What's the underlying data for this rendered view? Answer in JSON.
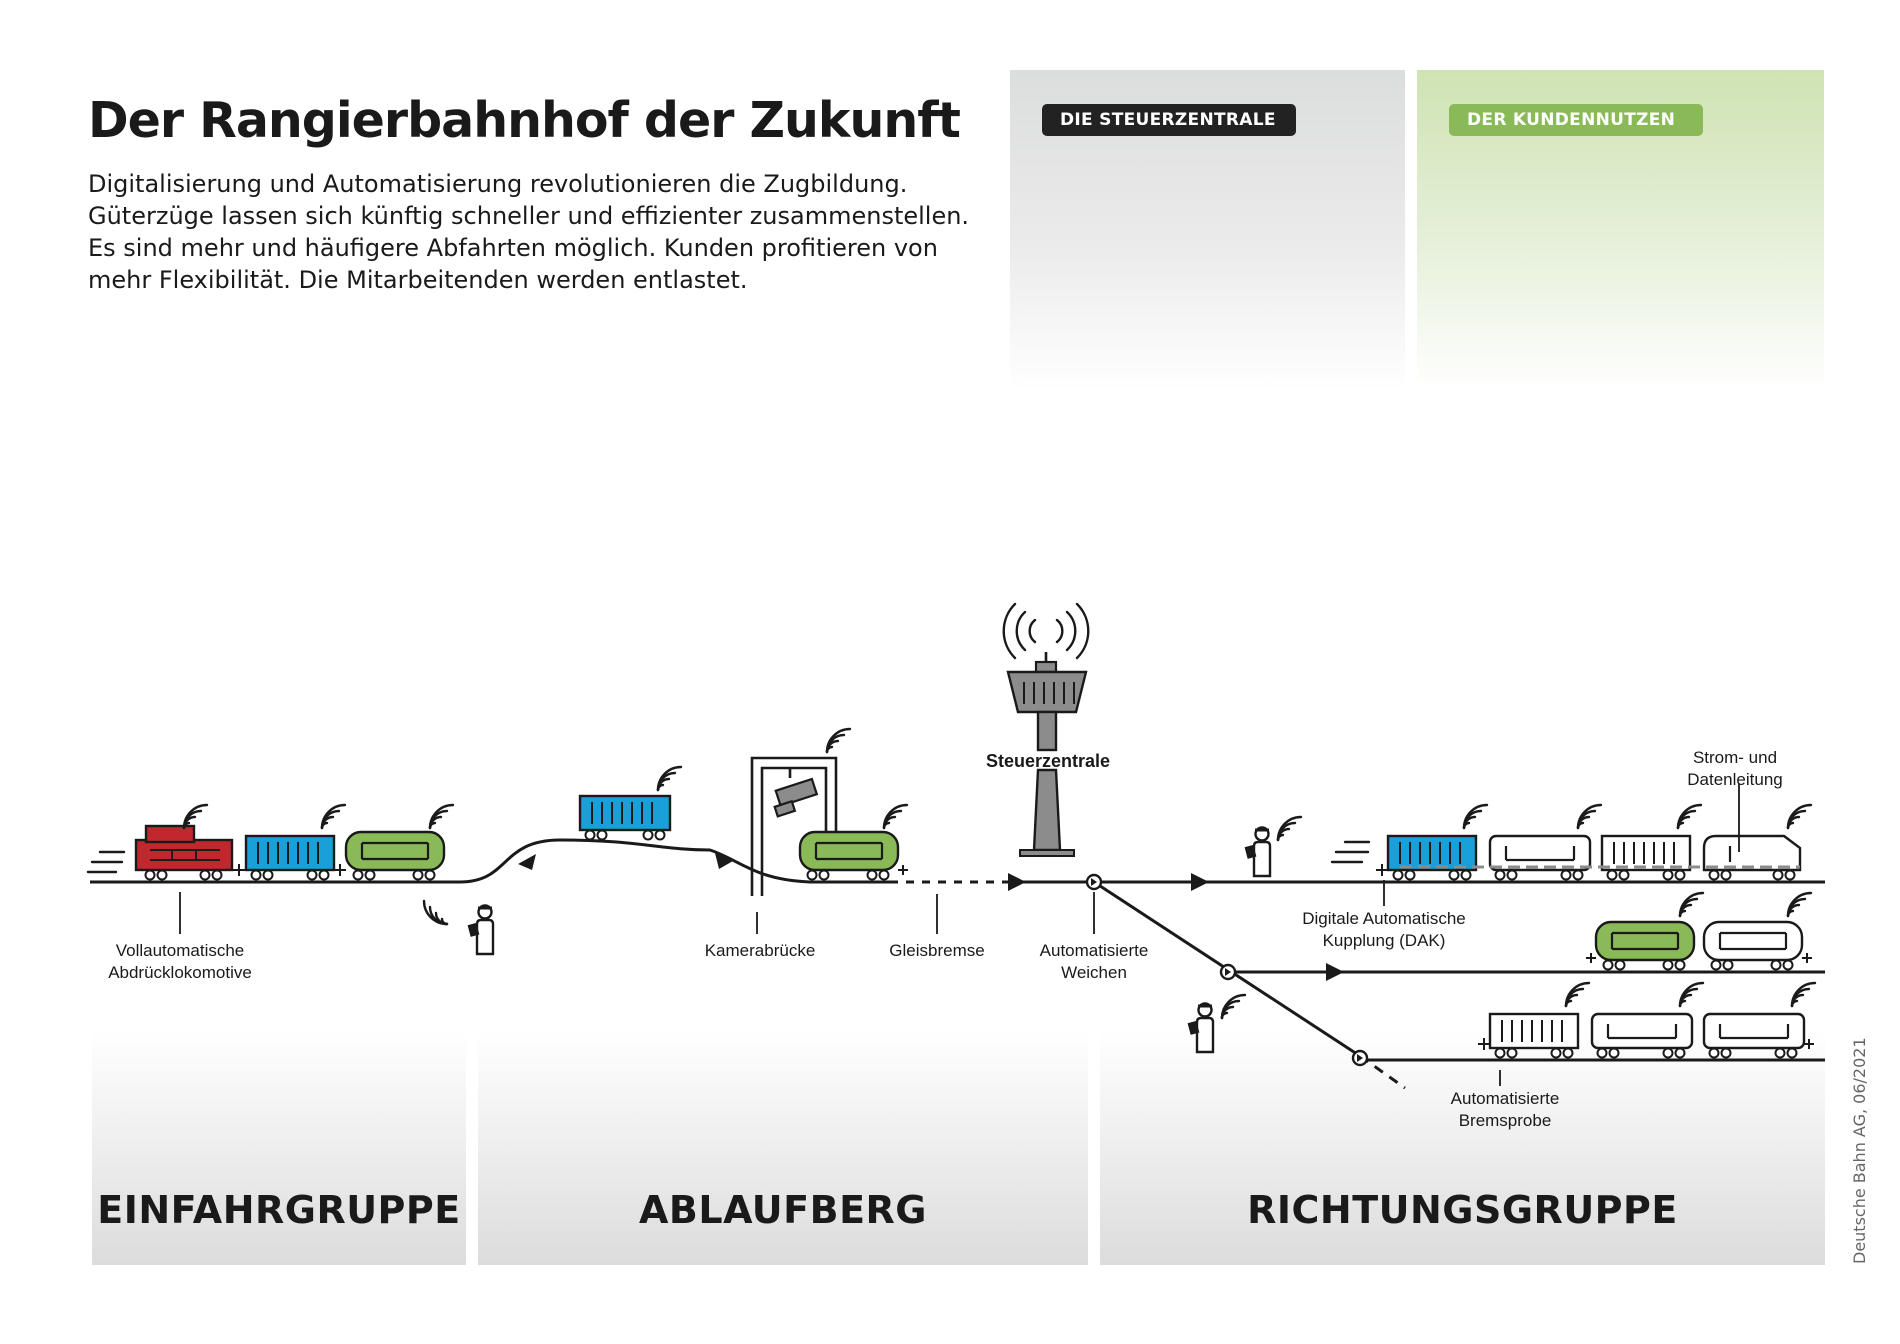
{
  "header": {
    "title": "Der Rangierbahnhof der Zukunft",
    "intro_lines": [
      "Digitalisierung und Automatisierung revolutionieren die Zugbildung.",
      "Güterzüge lassen sich künftig schneller und effizienter zusammenstellen.",
      "Es sind mehr und häufigere Abfahrten möglich. Kunden profitieren von",
      "mehr Flexibilität. Die Mitarbeitenden werden entlastet."
    ]
  },
  "panels": {
    "steuerzentrale": "DIE STEUERZENTRALE",
    "kundennutzen": "DER KUNDENNUTZEN"
  },
  "zones": {
    "einfahrgruppe": "EINFAHRGRUPPE",
    "ablaufberg": "ABLAUFBERG",
    "richtungsgruppe": "RICHTUNGSGRUPPE"
  },
  "labels": {
    "lokomotive": [
      "Vollautomatische",
      "Abdrücklokomotive"
    ],
    "kamerabruecke": "Kamerabrücke",
    "gleisbremse": "Gleisbremse",
    "weichen": [
      "Automatisierte",
      "Weichen"
    ],
    "steuerzentrale": "Steuerzentrale",
    "stromleitung": [
      "Strom- und",
      "Datenleitung"
    ],
    "kupplung": [
      "Digitale Automatische",
      "Kupplung (DAK)"
    ],
    "bremsprobe": [
      "Automatisierte",
      "Bremsprobe"
    ]
  },
  "colors": {
    "loco_red": "#c0282d",
    "container_blue": "#1aa0d8",
    "tank_green": "#8ab958",
    "line": "#1a1a1a",
    "tower_gray": "#8c8c8c"
  },
  "credit": "Deutsche Bahn AG, 06/2021"
}
